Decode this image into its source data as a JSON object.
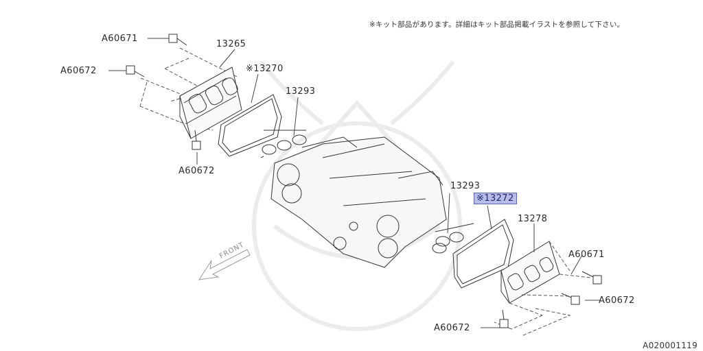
{
  "header_note": "※キット部品があります。詳細はキット部品掲載イラストを参照して下さい。",
  "drawing_id": "A020001119",
  "direction_marker": "FRONT",
  "highlight_color": "#b7bde6",
  "parts": {
    "bolt_a60671_top": "A60671",
    "bolt_a60672_top_left": "A60672",
    "bolt_a60672_top_bottom": "A60672",
    "cover_13265": "13265",
    "gasket_13270": "※13270",
    "seal_13293_top": "13293",
    "seal_13293_right": "13293",
    "gasket_13272": "※13272",
    "cover_13278": "13278",
    "bolt_a60671_right": "A60671",
    "bolt_a60672_right": "A60672",
    "bolt_a60672_bottom": "A60672"
  }
}
